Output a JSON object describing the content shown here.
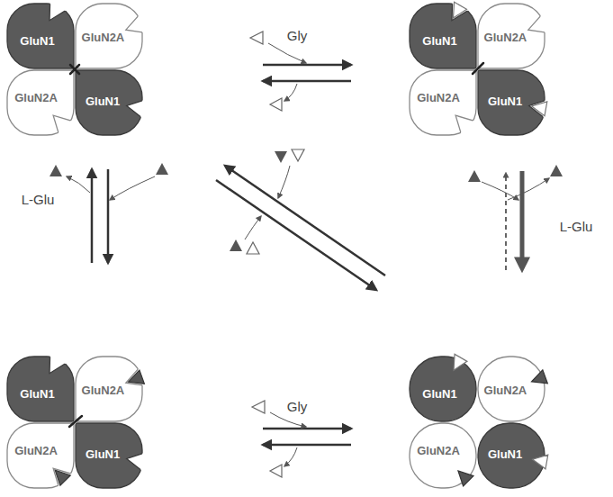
{
  "diagram": {
    "nodes": [
      {
        "text": [
          "GluN1"
        ]
      },
      {
        "text": [
          "GluN2A"
        ]
      },
      {
        "text": [
          "GluN2A"
        ]
      },
      {
        "text": [
          "GluN1"
        ]
      },
      {
        "text": [
          "GluN1"
        ]
      },
      {
        "text": [
          "GluN2A"
        ]
      },
      {
        "text": [
          "GluN2A"
        ]
      },
      {
        "text": [
          "GluN1"
        ]
      },
      {
        "text": [
          "GluN1"
        ]
      },
      {
        "text": [
          "GluN2A"
        ]
      },
      {
        "text": [
          "GluN2A"
        ]
      },
      {
        "text": [
          "GluN1"
        ]
      },
      {
        "text": [
          "GluN1"
        ]
      },
      {
        "text": [
          "GluN2A"
        ]
      },
      {
        "text": [
          "GluN2A"
        ]
      },
      {
        "text": [
          "GluN1"
        ]
      }
    ],
    "labels": [
      "Gly",
      "L-Glu",
      "L-Glu",
      "Gly"
    ]
  }
}
